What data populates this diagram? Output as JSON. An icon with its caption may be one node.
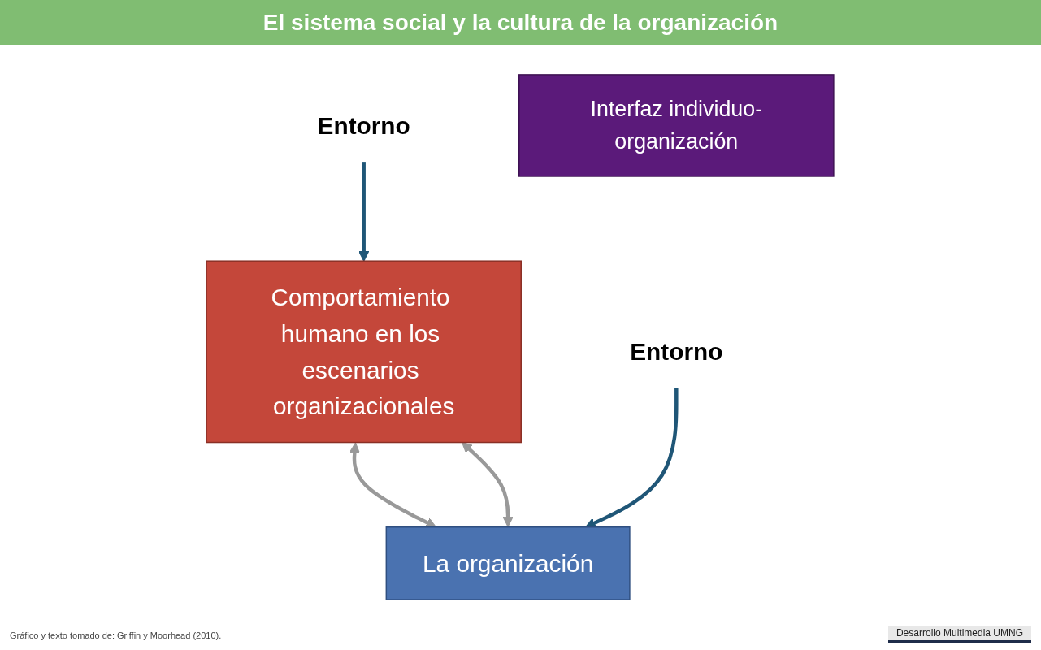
{
  "diagram": {
    "title": "El sistema social y la cultura de la organización",
    "caption": "Gráfico y texto tomado de: Griffin y Moorhead (2010).",
    "nodes": [
      {
        "text": [
          "Entorno"
        ]
      },
      {
        "text": [
          "Comportamiento humano en los escenarios organizacionales"
        ]
      },
      {
        "text": [
          "Interfaz individuo-organización"
        ]
      },
      {
        "text": [
          "La organización"
        ]
      },
      {
        "text": [
          "Entorno"
        ]
      }
    ],
    "edges": [
      {
        "from": 0,
        "to": 1,
        "arrow": "to",
        "color": "#1f5677"
      },
      {
        "from": 1,
        "to": 3,
        "arrow": "both",
        "color": "#999999"
      },
      {
        "from": 3,
        "to": 1,
        "arrow": "both",
        "color": "#999999"
      },
      {
        "from": 4,
        "to": 3,
        "arrow": "to",
        "color": "#1f5677"
      }
    ],
    "labels": [
      "Desarrollo Multimedia UMNG"
    ]
  }
}
